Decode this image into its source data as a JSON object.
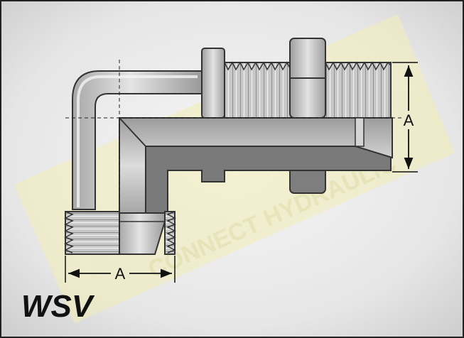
{
  "part_code": "WSV",
  "dimensions": {
    "vertical_label": "A",
    "horizontal_label": "A"
  },
  "watermark": {
    "text": "CONNECT HYDRAULIC"
  },
  "colors": {
    "background_edge": "#d0d0d0",
    "background_center": "#f4f4f4",
    "metal": "#c4c4c4",
    "metal_light": "#e0e0e0",
    "metal_dark": "#7e7e7e",
    "outline": "#333333",
    "watermark": "#f0eca0"
  }
}
